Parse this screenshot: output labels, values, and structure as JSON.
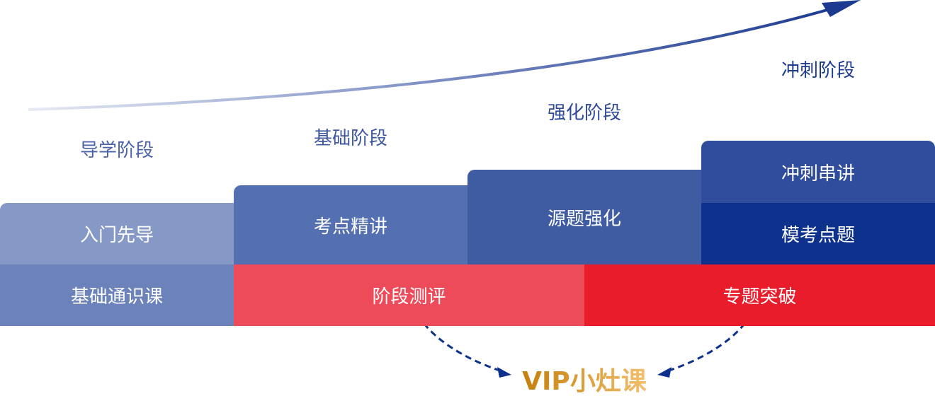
{
  "stages": [
    "导学阶段",
    "基础阶段",
    "强化阶段",
    "冲刺阶段"
  ],
  "courses": {
    "intro": "入门先导",
    "basic_general": "基础通识课",
    "key_points": "考点精讲",
    "source_strengthen": "源题强化",
    "sprint_series": "冲刺串讲",
    "mock_questions": "模考点题",
    "stage_assessment": "阶段测评",
    "topic_breakthrough": "专题突破"
  },
  "vip": "VIP小灶课",
  "colors": {
    "blue_light": "#8698c6",
    "blue_mid": "#5570b0",
    "blue_dark": "#0d318c",
    "red_light": "#ee4b5a",
    "red": "#e91c2b",
    "orange": "#d88a14"
  }
}
